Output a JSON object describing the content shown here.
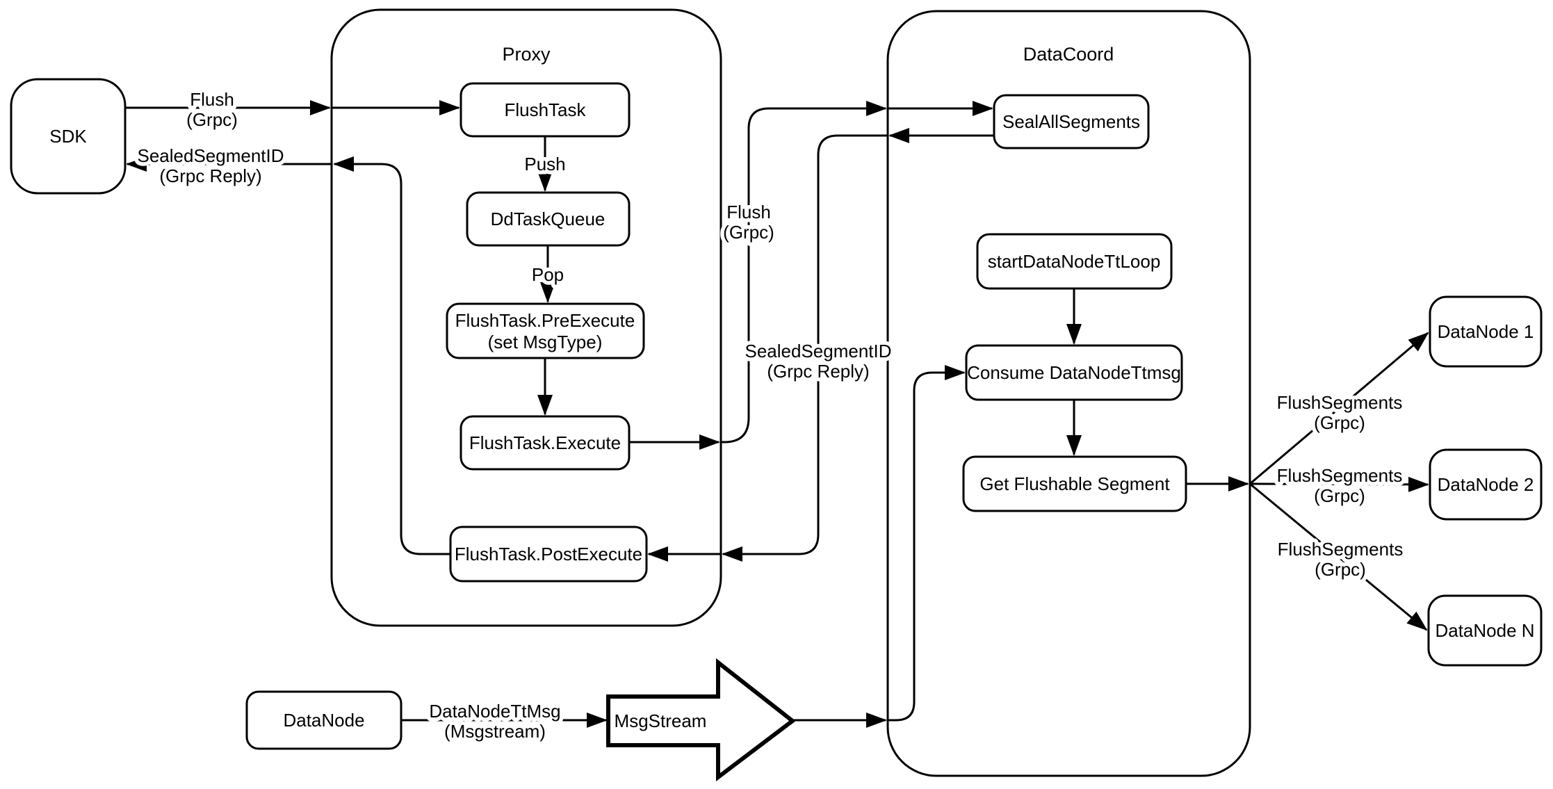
{
  "containers": {
    "proxy": {
      "label": "Proxy"
    },
    "datacoord": {
      "label": "DataCoord"
    }
  },
  "nodes": {
    "sdk": {
      "label": "SDK"
    },
    "flush_task": {
      "label": "FlushTask"
    },
    "dd_task_queue": {
      "label": "DdTaskQueue"
    },
    "pre_execute": {
      "line1": "FlushTask.PreExecute",
      "line2": "(set MsgType)"
    },
    "execute": {
      "label": "FlushTask.Execute"
    },
    "post_execute": {
      "label": "FlushTask.PostExecute"
    },
    "seal_all_segments": {
      "label": "SealAllSegments"
    },
    "start_loop": {
      "label": "startDataNodeTtLoop"
    },
    "consume": {
      "label": "Consume DataNodeTtmsg"
    },
    "get_flushable": {
      "label": "Get Flushable Segment"
    },
    "datanode1": {
      "label": "DataNode 1"
    },
    "datanode2": {
      "label": "DataNode 2"
    },
    "datanoden": {
      "label": "DataNode N"
    },
    "datanode_bottom": {
      "label": "DataNode"
    },
    "msgstream": {
      "label": "MsgStream"
    }
  },
  "edge_labels": {
    "flush_sdk": {
      "line1": "Flush",
      "line2": "(Grpc)"
    },
    "sealed_sdk": {
      "line1": "SealedSegmentID",
      "line2": "(Grpc Reply)"
    },
    "push": {
      "label": "Push"
    },
    "pop": {
      "label": "Pop"
    },
    "flush_mid": {
      "line1": "Flush",
      "line2": "(Grpc)"
    },
    "sealed_mid": {
      "line1": "SealedSegmentID",
      "line2": "(Grpc Reply)"
    },
    "flush_segments_1": {
      "line1": "FlushSegments",
      "line2": "(Grpc)"
    },
    "flush_segments_2": {
      "line1": "FlushSegments",
      "line2": "(Grpc)"
    },
    "flush_segments_n": {
      "line1": "FlushSegments",
      "line2": "(Grpc)"
    },
    "datanode_ttmsg": {
      "line1": "DataNodeTtMsg",
      "line2": "(Msgstream)"
    }
  },
  "colors": {
    "stroke": "#000000",
    "fill": "#ffffff",
    "background": "#ffffff"
  }
}
